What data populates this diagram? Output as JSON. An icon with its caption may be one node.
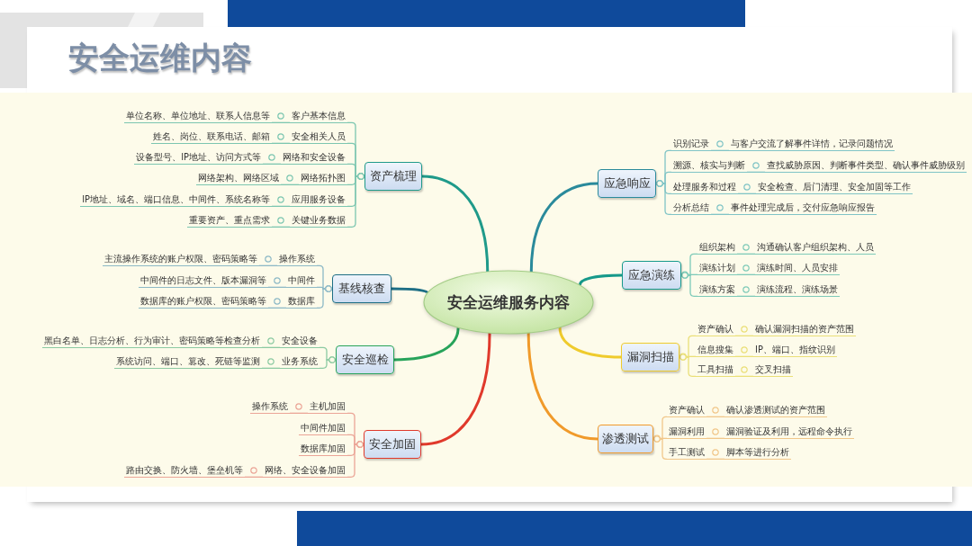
{
  "diagram": {
    "title": "安全运维内容",
    "nodes": [
      {
        "text": [
          "安全运维服务内容"
        ]
      },
      {
        "text": [
          "资产梳理"
        ]
      },
      {
        "text": [
          "客户基本信息"
        ]
      },
      {
        "text": [
          "单位名称、单位地址、联系人信息等"
        ]
      },
      {
        "text": [
          "安全相关人员"
        ]
      },
      {
        "text": [
          "姓名、岗位、联系电话、邮箱"
        ]
      },
      {
        "text": [
          "网络和安全设备"
        ]
      },
      {
        "text": [
          "设备型号、IP地址、访问方式等"
        ]
      },
      {
        "text": [
          "网络拓扑图"
        ]
      },
      {
        "text": [
          "网络架构、网络区域"
        ]
      },
      {
        "text": [
          "应用服务设备"
        ]
      },
      {
        "text": [
          "IP地址、域名、端口信息、中间件、系统名称等"
        ]
      },
      {
        "text": [
          "关键业务数据"
        ]
      },
      {
        "text": [
          "重要资产、重点需求"
        ]
      },
      {
        "text": [
          "基线核查"
        ]
      },
      {
        "text": [
          "操作系统"
        ]
      },
      {
        "text": [
          "主流操作系统的账户权限、密码策略等"
        ]
      },
      {
        "text": [
          "中间件"
        ]
      },
      {
        "text": [
          "中间件的日志文件、版本漏洞等"
        ]
      },
      {
        "text": [
          "数据库"
        ]
      },
      {
        "text": [
          "数据库的账户权限、密码策略等"
        ]
      },
      {
        "text": [
          "安全巡检"
        ]
      },
      {
        "text": [
          "安全设备"
        ]
      },
      {
        "text": [
          "黑白名单、日志分析、行为审计、密码策略等检查分析"
        ]
      },
      {
        "text": [
          "业务系统"
        ]
      },
      {
        "text": [
          "系统访问、端口、篡改、死链等监测"
        ]
      },
      {
        "text": [
          "安全加固"
        ]
      },
      {
        "text": [
          "主机加固"
        ]
      },
      {
        "text": [
          "操作系统"
        ]
      },
      {
        "text": [
          "中间件加固"
        ]
      },
      {
        "text": [
          "数据库加固"
        ]
      },
      {
        "text": [
          "网络、安全设备加固"
        ]
      },
      {
        "text": [
          "路由交换、防火墙、堡垒机等"
        ]
      },
      {
        "text": [
          "应急响应"
        ]
      },
      {
        "text": [
          "识别记录"
        ]
      },
      {
        "text": [
          "与客户交流了解事件详情，记录问题情况"
        ]
      },
      {
        "text": [
          "溯源、核实与判断"
        ]
      },
      {
        "text": [
          "查找威胁原因、判断事件类型、确认事件威胁级别"
        ]
      },
      {
        "text": [
          "处理服务和过程"
        ]
      },
      {
        "text": [
          "安全检查、后门清理、安全加固等工作"
        ]
      },
      {
        "text": [
          "分析总结"
        ]
      },
      {
        "text": [
          "事件处理完成后，交付应急响应报告"
        ]
      },
      {
        "text": [
          "应急演练"
        ]
      },
      {
        "text": [
          "组织架构"
        ]
      },
      {
        "text": [
          "沟通确认客户组织架构、人员"
        ]
      },
      {
        "text": [
          "演练计划"
        ]
      },
      {
        "text": [
          "演练时间、人员安排"
        ]
      },
      {
        "text": [
          "演练方案"
        ]
      },
      {
        "text": [
          "演练流程、演练场景"
        ]
      },
      {
        "text": [
          "漏洞扫描"
        ]
      },
      {
        "text": [
          "资产确认"
        ]
      },
      {
        "text": [
          "确认漏洞扫描的资产范围"
        ]
      },
      {
        "text": [
          "信息搜集"
        ]
      },
      {
        "text": [
          "IP、端口、指纹识别"
        ]
      },
      {
        "text": [
          "工具扫描"
        ]
      },
      {
        "text": [
          "交叉扫描"
        ]
      },
      {
        "text": [
          "渗透测试"
        ]
      },
      {
        "text": [
          "资产确认"
        ]
      },
      {
        "text": [
          "确认渗透测试的资产范围"
        ]
      },
      {
        "text": [
          "漏洞利用"
        ]
      },
      {
        "text": [
          "漏洞验证及利用，远程命令执行"
        ]
      },
      {
        "text": [
          "手工测试"
        ]
      },
      {
        "text": [
          "脚本等进行分析"
        ]
      }
    ],
    "edges": [
      {
        "from": 0,
        "to": 1,
        "arrow": "none",
        "style": "thick",
        "color": "#1f9a8a"
      },
      {
        "from": 1,
        "to": 2,
        "arrow": "other",
        "color": "#7cc6b0"
      },
      {
        "from": 1,
        "to": 4,
        "arrow": "other",
        "color": "#7cc6b0"
      },
      {
        "from": 1,
        "to": 6,
        "arrow": "other",
        "color": "#7cc6b0"
      },
      {
        "from": 1,
        "to": 8,
        "arrow": "other",
        "color": "#7cc6b0"
      },
      {
        "from": 1,
        "to": 10,
        "arrow": "other",
        "color": "#7cc6b0"
      },
      {
        "from": 1,
        "to": 12,
        "arrow": "other",
        "color": "#7cc6b0"
      },
      {
        "from": 2,
        "to": 3,
        "arrow": "none",
        "color": "#7cc6b0"
      },
      {
        "from": 4,
        "to": 5,
        "arrow": "none",
        "color": "#7cc6b0"
      },
      {
        "from": 6,
        "to": 7,
        "arrow": "none",
        "color": "#7cc6b0"
      },
      {
        "from": 8,
        "to": 9,
        "arrow": "none",
        "color": "#7cc6b0"
      },
      {
        "from": 10,
        "to": 11,
        "arrow": "none",
        "color": "#7cc6b0"
      },
      {
        "from": 12,
        "to": 13,
        "arrow": "none",
        "color": "#7cc6b0"
      },
      {
        "from": 0,
        "to": 14,
        "arrow": "none",
        "style": "thick",
        "color": "#1d6e85"
      },
      {
        "from": 14,
        "to": 15,
        "arrow": "other",
        "color": "#8db9c6"
      },
      {
        "from": 14,
        "to": 17,
        "arrow": "other",
        "color": "#8db9c6"
      },
      {
        "from": 14,
        "to": 19,
        "arrow": "other",
        "color": "#8db9c6"
      },
      {
        "from": 15,
        "to": 16,
        "arrow": "none",
        "color": "#8db9c6"
      },
      {
        "from": 17,
        "to": 18,
        "arrow": "none",
        "color": "#8db9c6"
      },
      {
        "from": 19,
        "to": 20,
        "arrow": "none",
        "color": "#8db9c6"
      },
      {
        "from": 0,
        "to": 21,
        "arrow": "none",
        "style": "thick",
        "color": "#27a35a"
      },
      {
        "from": 21,
        "to": 22,
        "arrow": "other",
        "color": "#8ccaa2"
      },
      {
        "from": 21,
        "to": 24,
        "arrow": "other",
        "color": "#8ccaa2"
      },
      {
        "from": 22,
        "to": 23,
        "arrow": "none",
        "color": "#8ccaa2"
      },
      {
        "from": 24,
        "to": 25,
        "arrow": "none",
        "color": "#8ccaa2"
      },
      {
        "from": 0,
        "to": 26,
        "arrow": "none",
        "style": "thick",
        "color": "#e0392b"
      },
      {
        "from": 26,
        "to": 27,
        "arrow": "other",
        "color": "#eba597"
      },
      {
        "from": 26,
        "to": 29,
        "arrow": "other",
        "color": "#eba597"
      },
      {
        "from": 26,
        "to": 30,
        "arrow": "other",
        "color": "#eba597"
      },
      {
        "from": 26,
        "to": 31,
        "arrow": "other",
        "color": "#eba597"
      },
      {
        "from": 27,
        "to": 28,
        "arrow": "none",
        "color": "#eba597"
      },
      {
        "from": 31,
        "to": 32,
        "arrow": "none",
        "color": "#eba597"
      },
      {
        "from": 0,
        "to": 33,
        "arrow": "none",
        "style": "thick",
        "color": "#2a8a9b"
      },
      {
        "from": 33,
        "to": 34,
        "arrow": "other",
        "color": "#80c4c6"
      },
      {
        "from": 33,
        "to": 36,
        "arrow": "other",
        "color": "#80c4c6"
      },
      {
        "from": 33,
        "to": 38,
        "arrow": "other",
        "color": "#80c4c6"
      },
      {
        "from": 33,
        "to": 40,
        "arrow": "other",
        "color": "#80c4c6"
      },
      {
        "from": 34,
        "to": 35,
        "arrow": "none",
        "color": "#80c4c6"
      },
      {
        "from": 36,
        "to": 37,
        "arrow": "none",
        "color": "#80c4c6"
      },
      {
        "from": 38,
        "to": 39,
        "arrow": "none",
        "color": "#80c4c6"
      },
      {
        "from": 40,
        "to": 41,
        "arrow": "none",
        "color": "#80c4c6"
      },
      {
        "from": 0,
        "to": 42,
        "arrow": "none",
        "style": "thick",
        "color": "#16998a"
      },
      {
        "from": 42,
        "to": 43,
        "arrow": "other",
        "color": "#7ecab8"
      },
      {
        "from": 42,
        "to": 45,
        "arrow": "other",
        "color": "#7ecab8"
      },
      {
        "from": 42,
        "to": 47,
        "arrow": "other",
        "color": "#7ecab8"
      },
      {
        "from": 43,
        "to": 44,
        "arrow": "none",
        "color": "#7ecab8"
      },
      {
        "from": 45,
        "to": 46,
        "arrow": "none",
        "color": "#7ecab8"
      },
      {
        "from": 47,
        "to": 48,
        "arrow": "none",
        "color": "#7ecab8"
      },
      {
        "from": 0,
        "to": 49,
        "arrow": "none",
        "style": "thick",
        "color": "#efcb2c"
      },
      {
        "from": 49,
        "to": 50,
        "arrow": "other",
        "color": "#eadf78"
      },
      {
        "from": 49,
        "to": 52,
        "arrow": "other",
        "color": "#eadf78"
      },
      {
        "from": 49,
        "to": 54,
        "arrow": "other",
        "color": "#eadf78"
      },
      {
        "from": 50,
        "to": 51,
        "arrow": "none",
        "color": "#eadf78"
      },
      {
        "from": 52,
        "to": 53,
        "arrow": "none",
        "color": "#eadf78"
      },
      {
        "from": 54,
        "to": 55,
        "arrow": "none",
        "color": "#eadf78"
      },
      {
        "from": 0,
        "to": 56,
        "arrow": "none",
        "style": "thick",
        "color": "#f09a2a"
      },
      {
        "from": 56,
        "to": 57,
        "arrow": "other",
        "color": "#f1c78a"
      },
      {
        "from": 56,
        "to": 59,
        "arrow": "other",
        "color": "#f1c78a"
      },
      {
        "from": 56,
        "to": 61,
        "arrow": "other",
        "color": "#f1c78a"
      },
      {
        "from": 57,
        "to": 58,
        "arrow": "none",
        "color": "#f1c78a"
      },
      {
        "from": 59,
        "to": 60,
        "arrow": "none",
        "color": "#f1c78a"
      },
      {
        "from": 61,
        "to": 62,
        "arrow": "none",
        "color": "#f1c78a"
      }
    ]
  }
}
